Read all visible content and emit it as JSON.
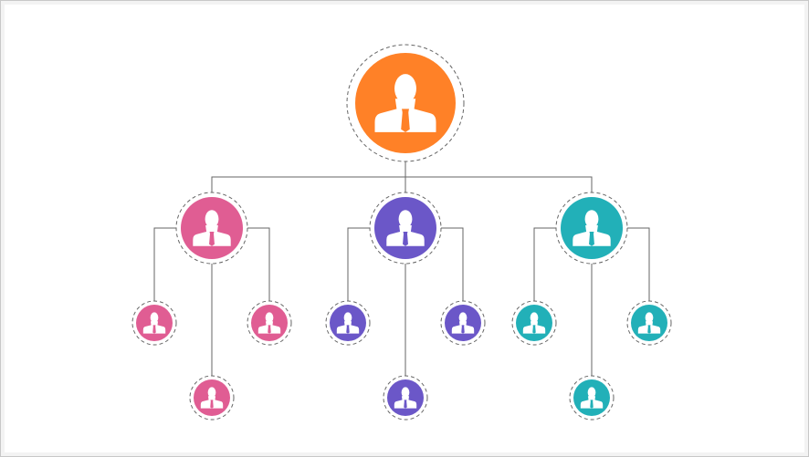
{
  "colors": {
    "ceo": "#FF8127",
    "pink": "#E05D93",
    "purple": "#6B57C8",
    "teal": "#22B0B8",
    "line": "#666666",
    "icon": "#FFFFFF"
  },
  "org": {
    "root": {
      "icon": "person-icon",
      "color": "ceo"
    },
    "branches": [
      {
        "color": "pink",
        "children": 3
      },
      {
        "color": "purple",
        "children": 3
      },
      {
        "color": "teal",
        "children": 3
      }
    ]
  }
}
